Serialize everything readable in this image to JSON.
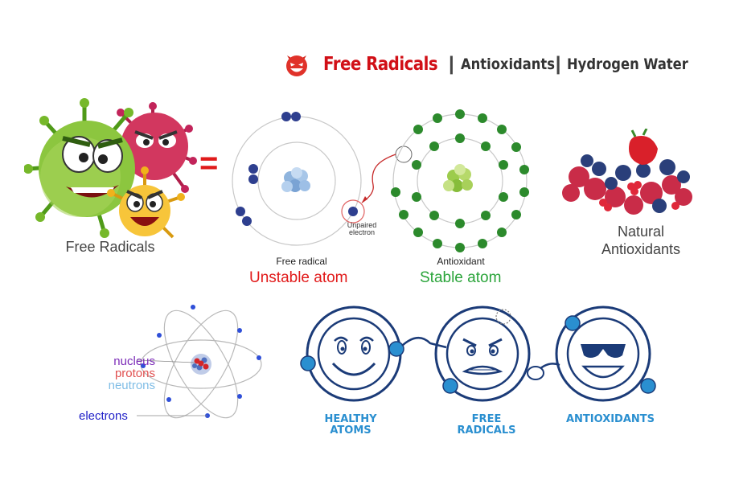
{
  "header": {
    "title": "Free Radicals",
    "separator": "|",
    "item_antioxidants": "Antioxidants",
    "item_hydrogen": "Hydrogen Water"
  },
  "left_panel": {
    "caption": "Free Radicals",
    "equals": "="
  },
  "free_radical_atom": {
    "unpaired_label_line1": "Unpaired",
    "unpaired_label_line2": "electron",
    "name": "Free radical",
    "state": "Unstable atom"
  },
  "antioxidant_atom": {
    "name": "Antioxidant",
    "state": "Stable atom"
  },
  "berries": {
    "caption_line1": "Natural",
    "caption_line2": "Antioxidants"
  },
  "atom_diagram": {
    "legend": {
      "nucleus": "nucleus",
      "protons": "protons",
      "neutrons": "neutrons",
      "electrons": "electrons"
    }
  },
  "characters": {
    "healthy_line1": "HEALTHY",
    "healthy_line2": "ATOMS",
    "free_line1": "FREE",
    "free_line2": "RADICALS",
    "antioxidants": "ANTIOXIDANTS"
  },
  "colors": {
    "title_red": "#d10f16",
    "unstable_red": "#e11a1a",
    "stable_green": "#2aa43a",
    "electron_blue": "#2e3f8f",
    "electron_green": "#2c8a2c",
    "cartoon_blue": "#2a8fd0"
  }
}
